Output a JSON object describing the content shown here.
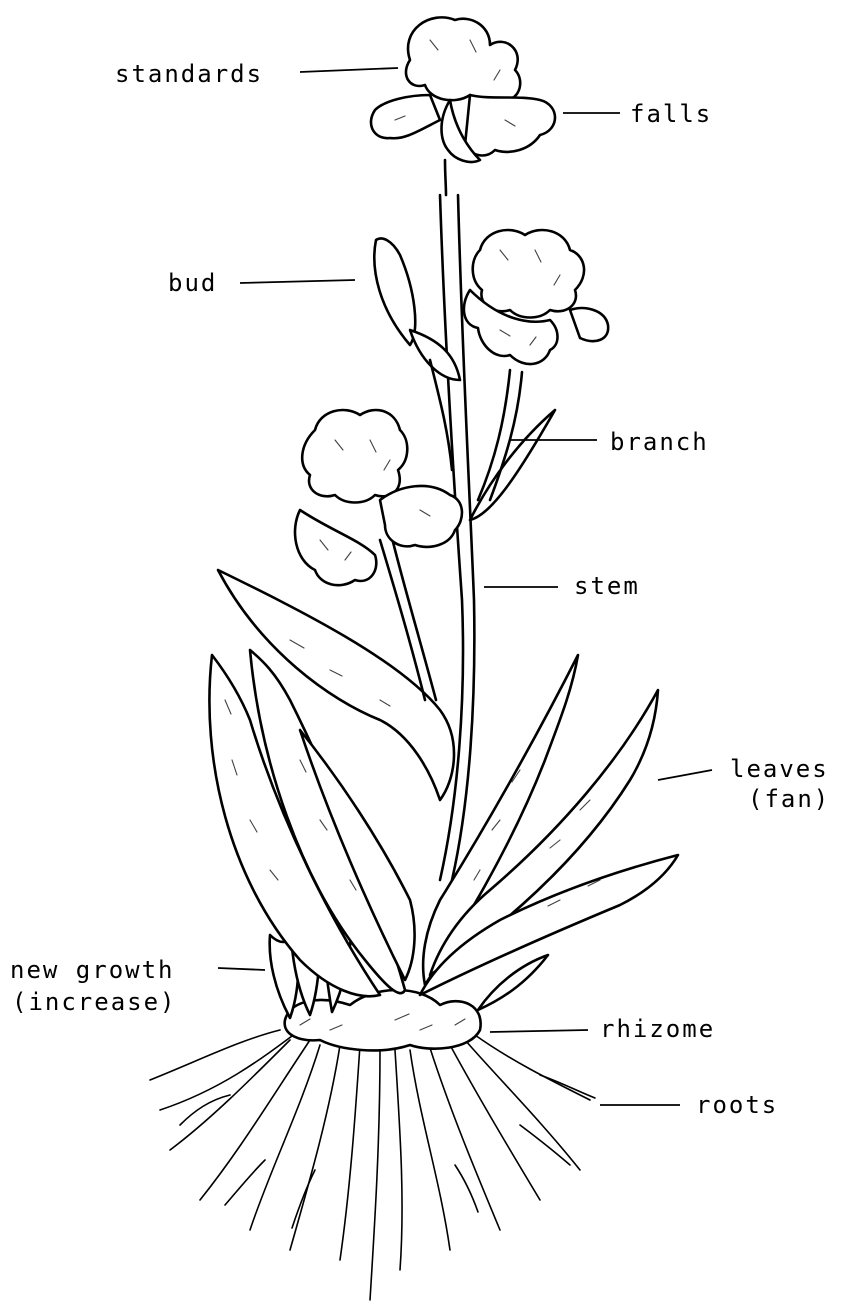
{
  "labels": {
    "standards": "standards",
    "falls": "falls",
    "bud": "bud",
    "branch": "branch",
    "stem": "stem",
    "leaves_line1": "leaves",
    "leaves_line2": "(fan)",
    "new_growth_line1": "new growth",
    "new_growth_line2": "(increase)",
    "rhizome": "rhizome",
    "roots": "roots"
  }
}
